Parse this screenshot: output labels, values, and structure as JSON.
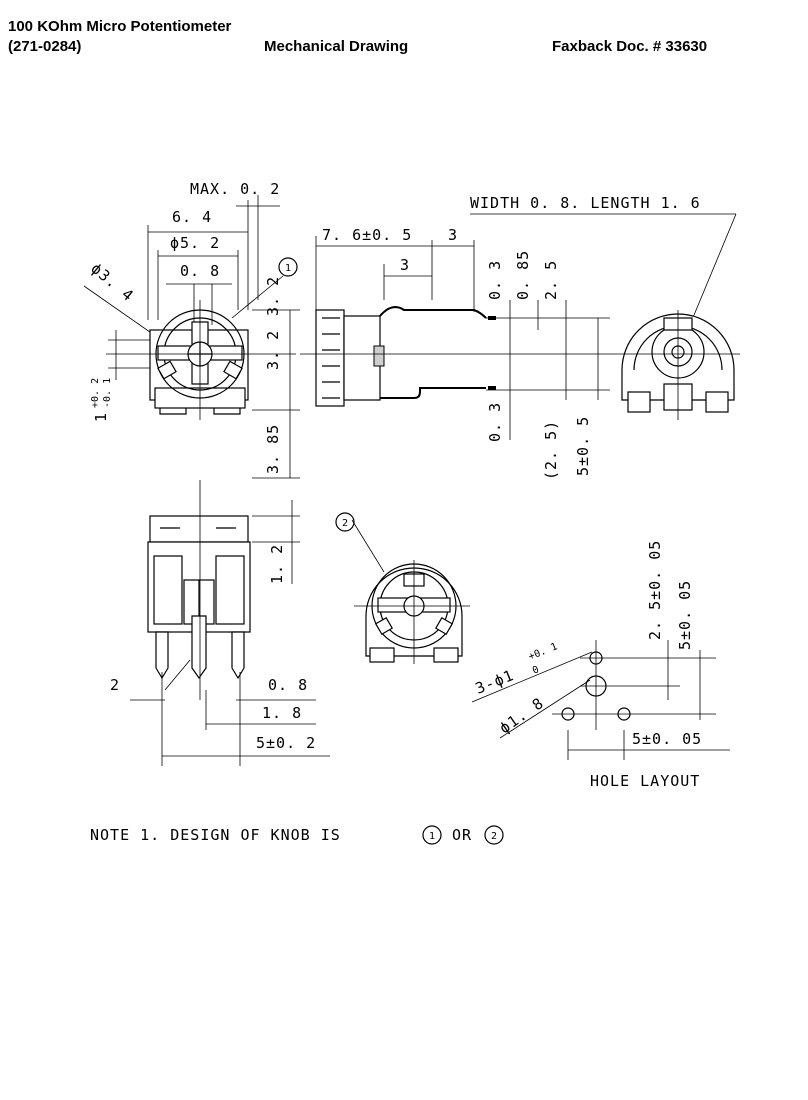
{
  "header": {
    "title": "100 KOhm Micro Potentiometer",
    "part_number": "(271-0284)",
    "doc_type": "Mechanical Drawing",
    "faxback": "Faxback Doc. # 33630"
  },
  "dims": {
    "max_02": "MAX. 0. 2",
    "d64": "6. 4",
    "dia52": "ϕ5. 2",
    "d08_top": "0. 8",
    "dia34": "ϕ3. 4",
    "knob1": "1",
    "d32": "3. 2",
    "d32b": "3. 2",
    "tol_main": "1",
    "tol_up": "+0. 2",
    "tol_low": "-0. 1",
    "d385": "3. 85",
    "d76": "7. 6±0. 5",
    "d3_right": "3",
    "d3_inner": "3",
    "width_length": "WIDTH 0. 8. LENGTH 1. 6",
    "d03_top": "0. 3",
    "d085": "0. 85",
    "d25": "2. 5",
    "d03_bot": "0. 3",
    "d25_paren": "(2. 5)",
    "d5_05": "5±0. 5",
    "d12": "1. 2",
    "knob2": "2",
    "d2": "2",
    "d08_bottom": "0. 8",
    "d18": "1. 8",
    "d5_02": "5±0. 2",
    "hole_3phi": "3-ϕ1",
    "hole_tol_up": "+0. 1",
    "hole_tol_low": "0",
    "hole_phi18": "ϕ1. 8",
    "d25_005": "2. 5±0. 05",
    "d5_005_v": "5±0. 05",
    "d5_005_h": "5±0. 05",
    "hole_layout": "HOLE LAYOUT"
  },
  "note": {
    "prefix": "NOTE 1. DESIGN OF KNOB IS",
    "knob_a": "1",
    "or": "OR",
    "knob_b": "2"
  }
}
